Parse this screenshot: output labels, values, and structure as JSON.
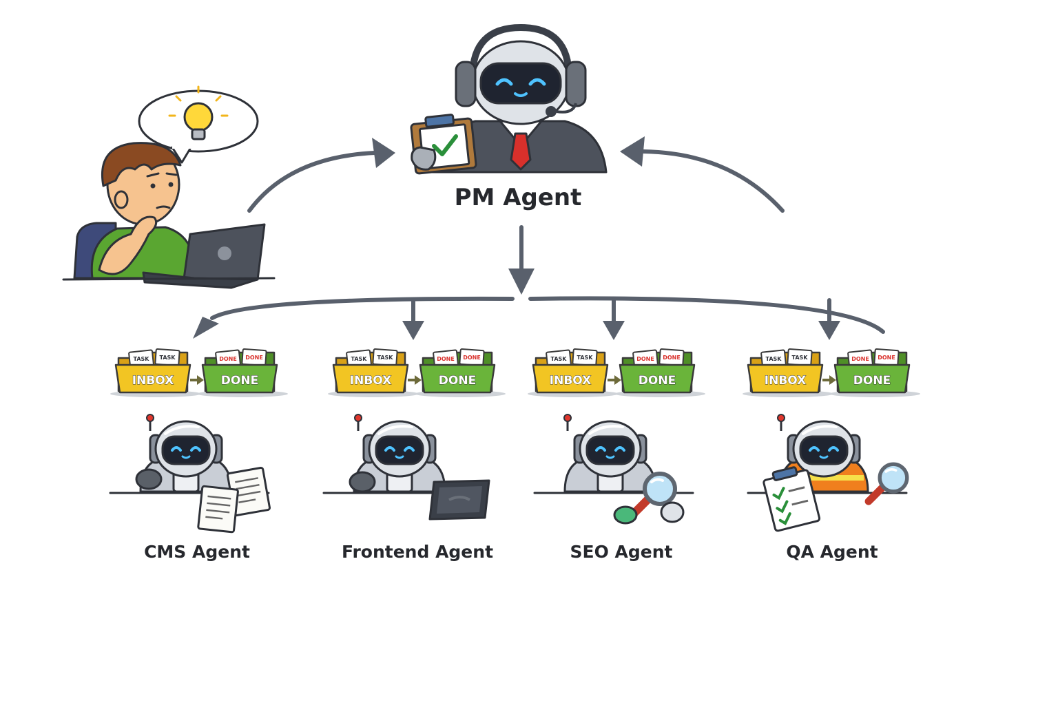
{
  "pm": {
    "label": "PM Agent"
  },
  "folders": {
    "inbox": "INBOX",
    "done": "DONE",
    "task_slip": "TASK",
    "done_slip": "DONE"
  },
  "agents": [
    {
      "label": "CMS Agent"
    },
    {
      "label": "Frontend Agent"
    },
    {
      "label": "SEO Agent"
    },
    {
      "label": "QA Agent"
    }
  ],
  "icons": {
    "user": "person-at-laptop-icon",
    "idea": "lightbulb-icon",
    "pm": "robot-with-headset-icon",
    "cms": "robot-with-documents-icon",
    "frontend": "robot-with-laptop-icon",
    "seo": "robot-with-magnifier-icon",
    "qa": "robot-with-checklist-icon"
  },
  "colors": {
    "arrow": "#59606c",
    "inbox_folder": "#f2c523",
    "done_folder": "#6ab43a",
    "robot_body": "#dfe3e8",
    "robot_visor": "#1f2430",
    "robot_eyes": "#4fc3ff",
    "user_shirt": "#5aa631",
    "qa_vest": "#f07f1e",
    "pm_tie": "#d9302b"
  }
}
